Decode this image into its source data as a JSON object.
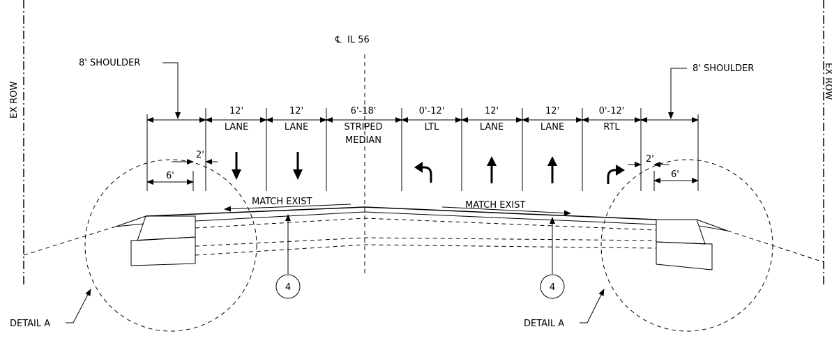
{
  "row": {
    "left": "EX ROW",
    "right": "EX ROW"
  },
  "centerline": {
    "symbol": "℄",
    "label": "IL 56"
  },
  "shoulders": {
    "left": "8' SHOULDER",
    "right": "8' SHOULDER"
  },
  "lanes": [
    {
      "width": "12'",
      "type": "LANE"
    },
    {
      "width": "12'",
      "type": "LANE"
    },
    {
      "width": "6'-18'",
      "type": "STRIPED",
      "type2": "MEDIAN"
    },
    {
      "width": "0'-12'",
      "type": "LTL"
    },
    {
      "width": "12'",
      "type": "LANE"
    },
    {
      "width": "12'",
      "type": "LANE"
    },
    {
      "width": "0'-12'",
      "type": "RTL"
    }
  ],
  "shoulder_dims": {
    "inner": "2'",
    "outer": "6'"
  },
  "match": {
    "left": "MATCH EXIST",
    "right": "MATCH EXIST"
  },
  "callouts": {
    "left": "4",
    "right": "4"
  },
  "details": {
    "left": "DETAIL A",
    "right": "DETAIL A"
  },
  "arrows": [
    "down-arrow-icon",
    "down-arrow-icon",
    "left-turn-arrow-icon",
    "up-arrow-icon",
    "up-arrow-icon",
    "right-turn-arrow-icon"
  ]
}
